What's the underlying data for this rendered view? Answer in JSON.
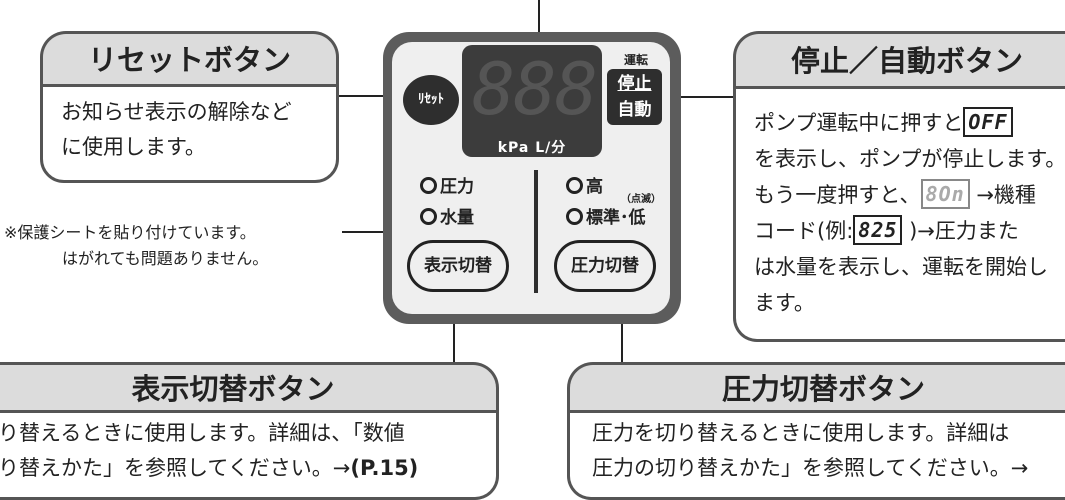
{
  "reset_callout": {
    "title": "リセットボタン",
    "lines": [
      "お知らせ表示の解除など",
      "に使用します。"
    ]
  },
  "stop_callout": {
    "title": "停止／自動ボタン",
    "line1_pre": "ポンプ運転中に押すと",
    "line1_seg": "OFF",
    "line2": "を表示し、ポンプが停止します。",
    "line3_pre": "もう一度押すと、",
    "line3_seg": "8On",
    "line3_post": " →機種",
    "line4_pre": "コード(例:",
    "line4_seg": "825",
    "line4_post": " )→圧力また",
    "line5": "は水量を表示し、運転を開始し",
    "line6": "ます。"
  },
  "note": {
    "line1": "※保護シートを貼り付けています。",
    "line2": "はがれても問題ありません。"
  },
  "panel": {
    "display_digits": "888",
    "unit": "kPa  L/分",
    "reset_label": "ﾘｾｯﾄ",
    "run_label": "運転",
    "stop_label": "停止",
    "auto_label": "自動",
    "ind_pressure": "圧力",
    "ind_flow": "水量",
    "ind_high": "高",
    "ind_std_low": "標準･低",
    "blink_note": "（点滅）",
    "display_switch": "表示切替",
    "pressure_switch": "圧力切替"
  },
  "display_callout": {
    "title": "表示切替ボタン",
    "line1": "り替えるときに使用します。詳細は、「数値",
    "line2_pre": "り替えかた」を参照してください。→",
    "line2_ref": "(P.15)"
  },
  "pressure_callout": {
    "title": "圧力切替ボタン",
    "line1": "圧力を切り替えるときに使用します。詳細は",
    "line2": "圧力の切り替えかた」を参照してください。→"
  },
  "colors": {
    "panel_border": "#5c5c5c",
    "panel_face": "#efefef",
    "tab_fill": "#dcdcdc",
    "outline": "#555555"
  }
}
